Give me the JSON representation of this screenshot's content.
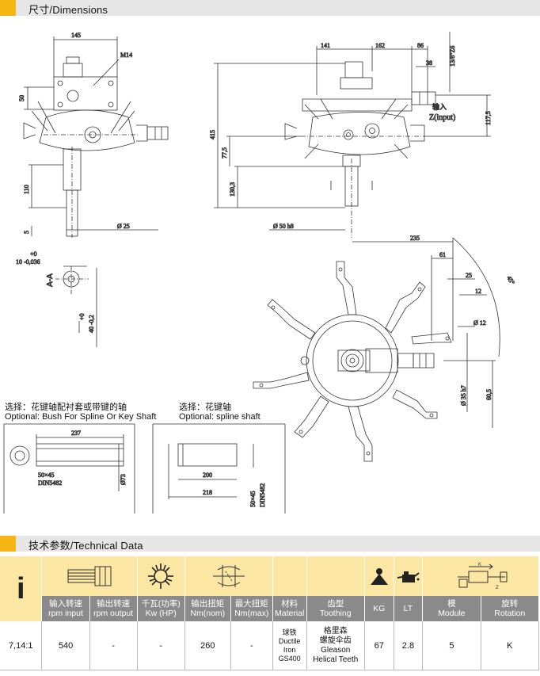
{
  "section_dimensions": {
    "title": "尺寸/Dimensions"
  },
  "dims": {
    "d145": "145",
    "m14": "M14",
    "d50a": "50",
    "d110": "110",
    "d5": "5",
    "d25dia": "Ø 25",
    "d141": "141",
    "d162": "162",
    "d86": "86",
    "d38": "38",
    "d13z6": "13/8\"Z6",
    "input_cn": "输入",
    "input_en": "Z(input)",
    "d117": "117,5",
    "d415": "415",
    "d77": "77,5",
    "d130": "130,3",
    "d50h8": "Ø 50  h8",
    "d235": "235",
    "d61": "61",
    "d25": "25",
    "d12": "12",
    "d45deg": "45°",
    "d12dia": "Ø 12",
    "d35h7": "Ø 35  h7",
    "d60": "60,5",
    "tol_top1": "+0",
    "tol_top2": "10  -0,036",
    "aa": "A-A",
    "tol_side1": "+0",
    "tol_side2": "40  -0,2"
  },
  "options": {
    "left_cn": "选择：花键轴配衬套或带键的轴",
    "left_en": "Optional: Bush For Spline Or Key Shaft",
    "right_cn": "选择：花键轴",
    "right_en": "Optional: spline shaft",
    "l237": "237",
    "l50x45": "50×45",
    "ldin": "DIN5482",
    "l73": "Ø73",
    "r200": "200",
    "r218": "218",
    "r50x45": "50×45",
    "rdin": "DIN5482"
  },
  "section_technical": {
    "title": "技术参数/Technical Data"
  },
  "table": {
    "info_glyph": "i",
    "headers": [
      {
        "cn": "输入转速",
        "en": "rpm input"
      },
      {
        "cn": "输出转速",
        "en": "rpm output"
      },
      {
        "cn": "千瓦(功率)",
        "en": "Kw (HP)"
      },
      {
        "cn": "输出扭矩",
        "en": "Nm(nom)"
      },
      {
        "cn": "最大扭矩",
        "en": "Nm(max)"
      },
      {
        "cn": "材料",
        "en": "Material"
      },
      {
        "cn": "齿型",
        "en": "Toothing"
      },
      {
        "cn": "",
        "en": "KG"
      },
      {
        "cn": "",
        "en": "LT"
      },
      {
        "cn": "模",
        "en": "Module"
      },
      {
        "cn": "旋转",
        "en": "Rotation"
      }
    ],
    "row": {
      "ratio": "7,14:1",
      "rpm_input": "540",
      "rpm_output": "-",
      "kw": "-",
      "nm_nom": "260",
      "nm_max": "-",
      "material_cn": "球铁",
      "material_en1": "Ductile Iron",
      "material_en2": "GS400",
      "toothing_cn1": "格里森",
      "toothing_cn2": "螺旋伞齿",
      "toothing_en1": "Gleason",
      "toothing_en2": "Helical Teeth",
      "kg": "67",
      "lt": "2.8",
      "module": "5",
      "rotation": "K"
    },
    "icon_labels": {
      "k": "K",
      "z": "Z"
    }
  },
  "colors": {
    "accent": "#f6b715",
    "band": "#e6e6e6",
    "header_grey": "#8a8a8a",
    "icon_row": "#fbe7a3"
  }
}
